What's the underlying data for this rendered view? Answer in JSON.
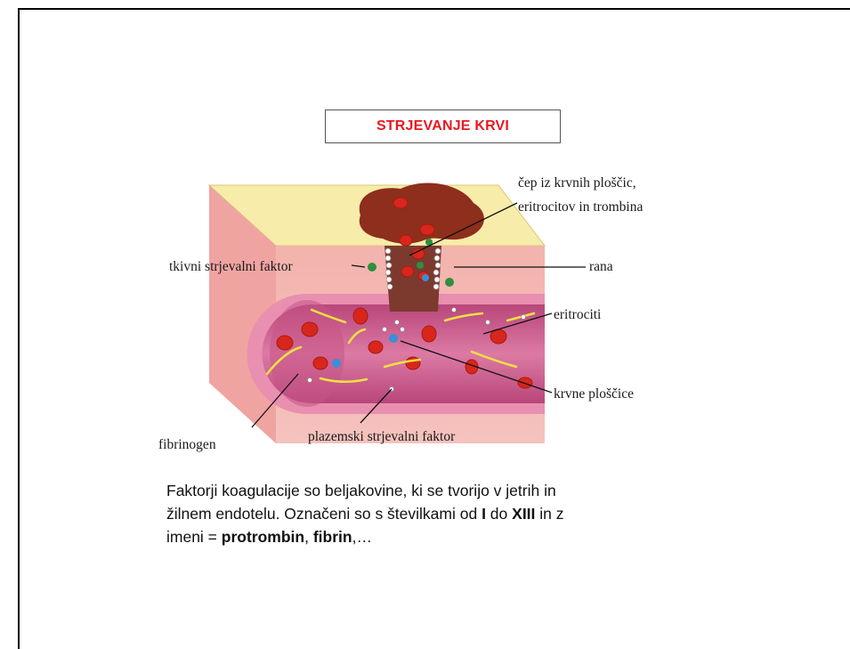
{
  "title": "STRJEVANJE KRVI",
  "diagram": {
    "labels": {
      "plug_line1": "čep iz krvnih ploščic,",
      "plug_line2": "eritrocitov in trombina",
      "tissue_factor": "tkivni strjevalni faktor",
      "wound": "rana",
      "erythrocytes": "eritrociti",
      "platelets": "krvne ploščice",
      "fibrinogen": "fibrinogen",
      "plasma_factor": "plazemski strjevalni faktor"
    },
    "colors": {
      "tissue_top": "#f7ecaa",
      "tissue_side": "#f2a7a4",
      "vessel": "#cc5b8a",
      "vessel_inner": "#d9739d",
      "clot": "#8e2e1c",
      "rbc": "#d8261c",
      "fibrin": "#f1e043",
      "platelet": "#3a8fd8",
      "tissue_factor_cell": "#2e8f3c"
    }
  },
  "text": {
    "line1": "Faktorji koagulacije so beljakovine, ki se tvorijo v jetrih in",
    "line2a": "žilnem endotelu. Označeni so s številkami od ",
    "roman1": "I",
    "line2b": " do ",
    "roman13": "XIII",
    "line2c": " in z",
    "line3a": "imeni = ",
    "term1": "protrombin",
    "sep": ", ",
    "term2": "fibrin",
    "line3b": ",…"
  }
}
